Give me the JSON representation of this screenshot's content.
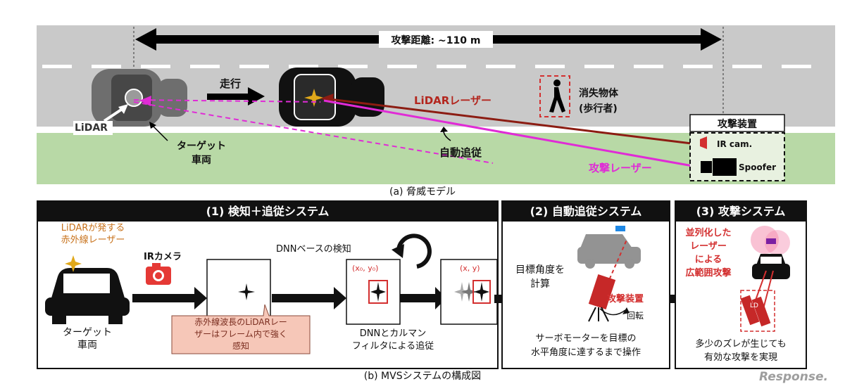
{
  "top": {
    "attack_distance": "攻撃距離: ~110 m",
    "driving": "走行",
    "lidar": "LiDAR",
    "target_vehicle": [
      "ターゲット",
      "車両"
    ],
    "lidar_laser": "LiDARレーザー",
    "vanishing_object": [
      "消失物体",
      "(歩行者)"
    ],
    "attack_device": "攻撃装置",
    "ir_cam": "IR cam.",
    "spoofer": "Spoofer",
    "auto_tracking": "自動追従",
    "attack_laser": "攻撃レーザー",
    "caption": "(a)  脅威モデル"
  },
  "panel1": {
    "title": "(1) 検知＋追従システム",
    "lidar_emits": [
      "LiDARが発する",
      "赤外線レーザー"
    ],
    "ir_camera": "IRカメラ",
    "target_vehicle": [
      "ターゲット",
      "車両"
    ],
    "dnn_detect": "DNNベースの検知",
    "xy0": "(x₀, y₀)",
    "xy": "(x, y)",
    "callout": [
      "赤外線波長のLiDARレー",
      "ザーはフレーム内で強く",
      "感知"
    ],
    "dnn_kalman": [
      "DNNとカルマン",
      "フィルタによる追従"
    ]
  },
  "panel2": {
    "title": "(2) 自動追従システム",
    "target_angle": [
      "目標角度を",
      "計算"
    ],
    "attack_device": "攻撃装置",
    "rotation": "回転",
    "servo": [
      "サーボモーターを目標の",
      "水平角度に達するまで操作"
    ]
  },
  "panel3": {
    "title": "(3) 攻撃システム",
    "parallel": [
      "並列化した",
      "レーザー",
      "による",
      "広範囲攻撃"
    ],
    "ld": "LD",
    "result": [
      "多少のズレが生じても",
      "有効な攻撃を実現"
    ]
  },
  "caption_b": "(b)  MVSシステムの構成図",
  "watermark": "Response."
}
